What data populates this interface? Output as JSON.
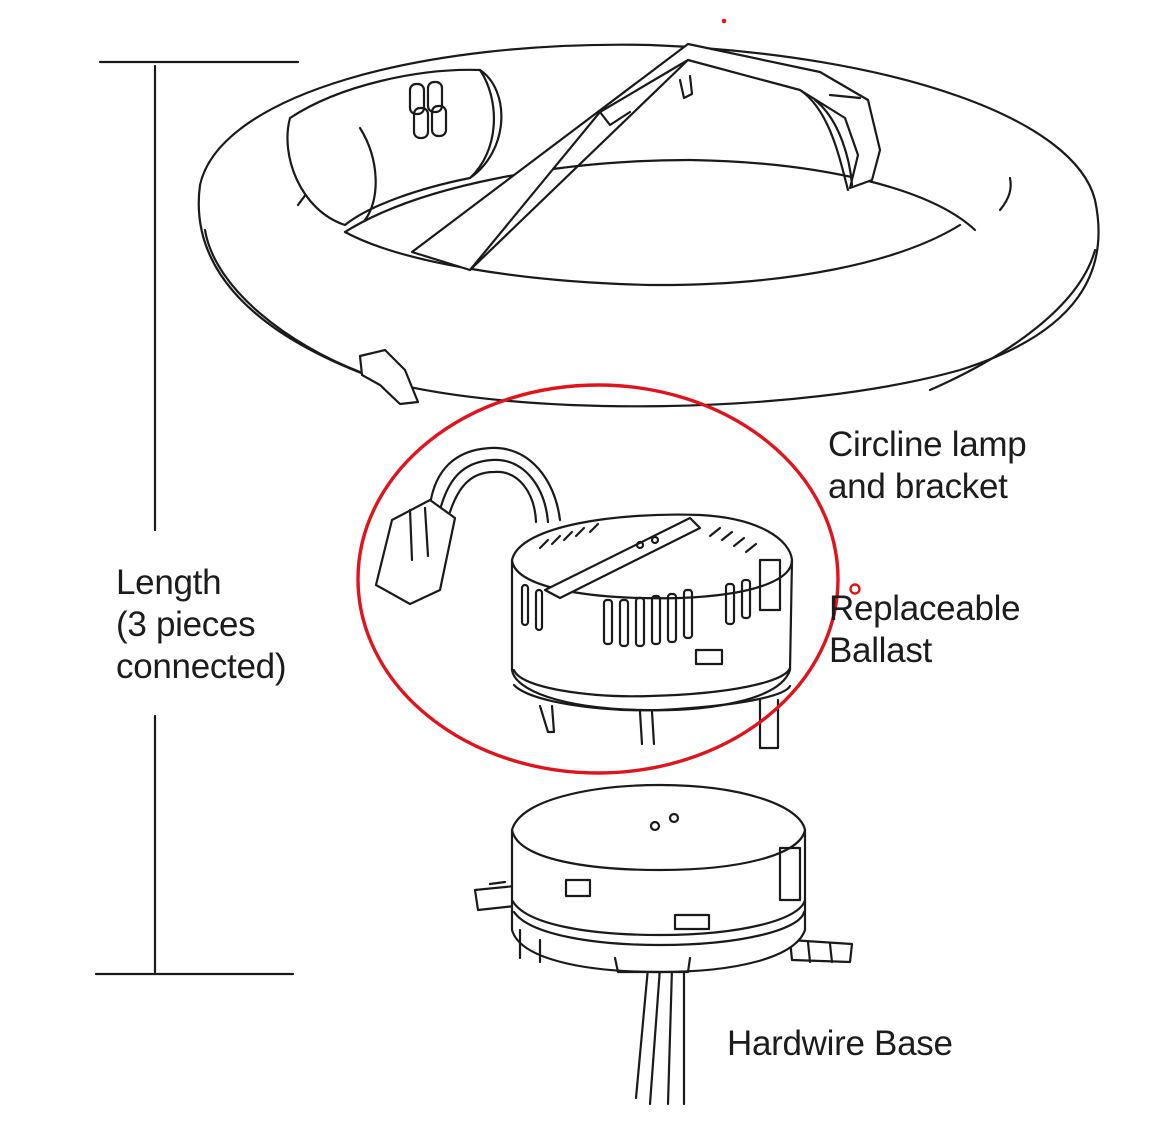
{
  "labels": {
    "length": [
      "Length",
      "(3 pieces",
      "connected)"
    ],
    "circline": [
      "Circline lamp",
      "and bracket"
    ],
    "ballast": [
      "Replaceable",
      "Ballast"
    ],
    "base": [
      "Hardwire Base"
    ]
  },
  "colors": {
    "line_art": "#1a1a1a",
    "highlight": "#e0141c",
    "background": "#ffffff"
  }
}
